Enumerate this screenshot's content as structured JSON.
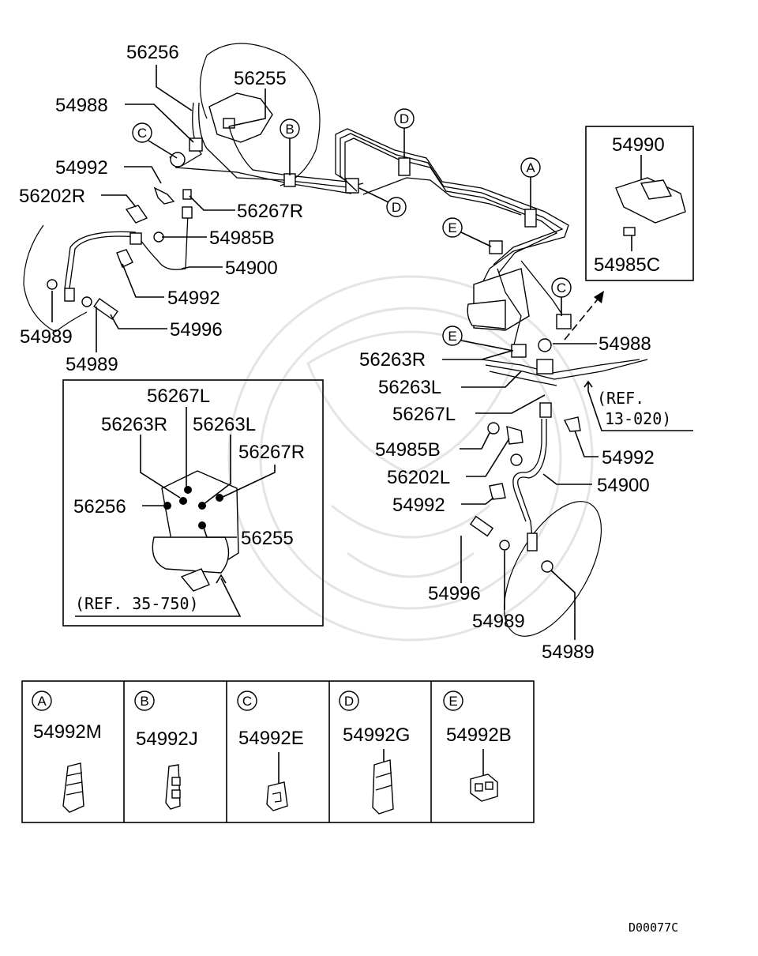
{
  "callouts": {
    "p56256_top": "56256",
    "p56255_top": "56255",
    "p54988_top": "54988",
    "p54992_a": "54992",
    "p56202R": "56202R",
    "p56267R": "56267R",
    "p54985B_top": "54985B",
    "p54900_left": "54900",
    "p54992_b": "54992",
    "p54996_left": "54996",
    "p54989_left_a": "54989",
    "p54989_left_b": "54989",
    "p54990": "54990",
    "p54985C": "54985C",
    "p54988_right": "54988",
    "p56263R": "56263R",
    "p56263L": "56263L",
    "p56267L": "56267L",
    "p54985B_right": "54985B",
    "p56202L": "56202L",
    "p54992_c": "54992",
    "p54992_d": "54992",
    "p54900_right": "54900",
    "p54996_right": "54996",
    "p54989_right_a": "54989",
    "p54989_right_b": "54989"
  },
  "refs": {
    "ref_13_020_line1": "(REF.",
    "ref_13_020_line2": "13-020)",
    "ref_35_750": "(REF. 35-750)"
  },
  "detail_box": {
    "p56267L": "56267L",
    "p56263R": "56263R",
    "p56263L": "56263L",
    "p56267R": "56267R",
    "p56256": "56256",
    "p56255": "56255"
  },
  "clip_letters": {
    "A": "A",
    "B": "B",
    "C": "C",
    "D": "D",
    "E": "E"
  },
  "clip_table": [
    {
      "letter": "A",
      "part": "54992M"
    },
    {
      "letter": "B",
      "part": "54992J"
    },
    {
      "letter": "C",
      "part": "54992E"
    },
    {
      "letter": "D",
      "part": "54992G"
    },
    {
      "letter": "E",
      "part": "54992B"
    }
  ],
  "drawing_code": "D00077C"
}
